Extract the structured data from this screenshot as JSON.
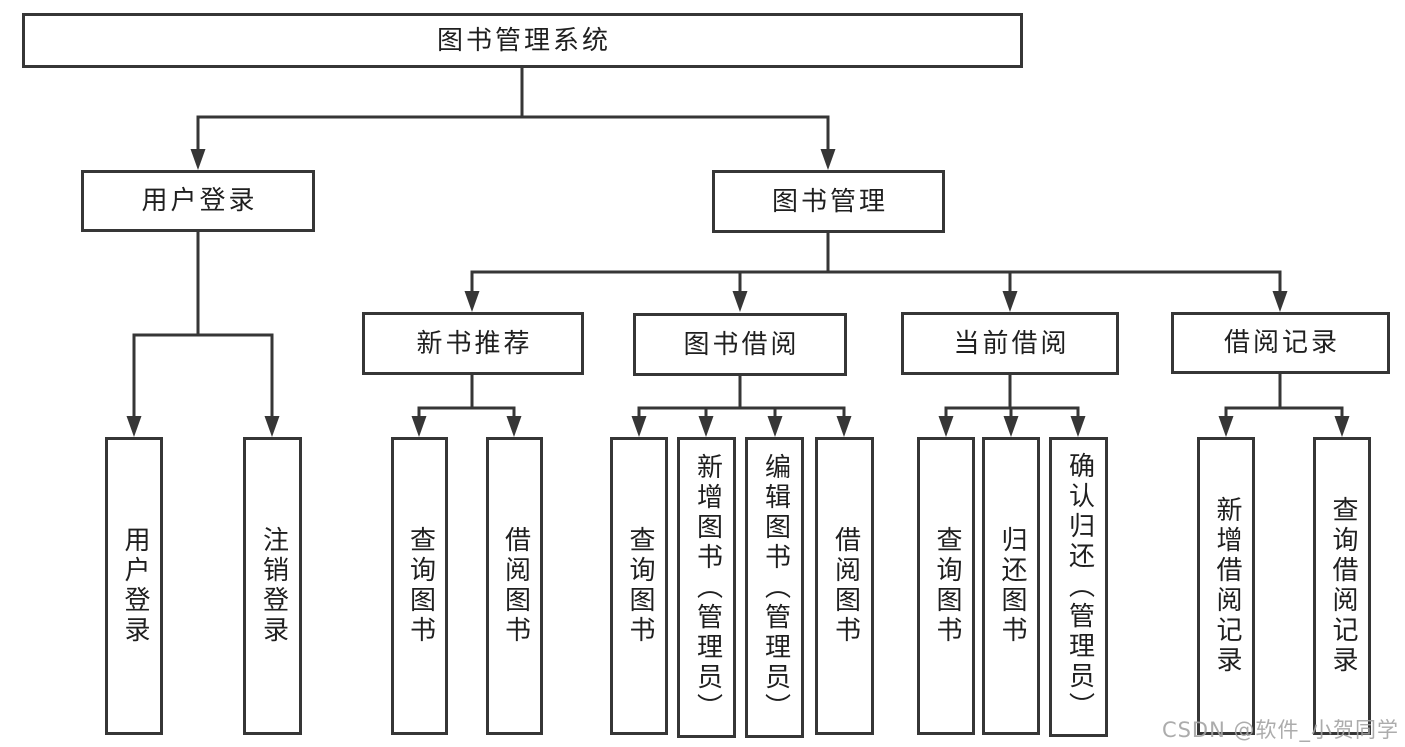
{
  "colors": {
    "line": "#363636",
    "box_border": "#363636",
    "box_background": "#ffffff",
    "text": "#1f1f1f",
    "watermark": "#a3a3a3"
  },
  "watermark": {
    "text": "CSDN @软件_小贺同学"
  },
  "tree": {
    "root": {
      "label": "图书管理系统"
    },
    "branches": [
      {
        "label": "用户登录",
        "children": [
          {
            "label": "用户登录"
          },
          {
            "label": "注销登录"
          }
        ]
      },
      {
        "label": "图书管理",
        "children": [
          {
            "label": "新书推荐",
            "children": [
              {
                "label": "查询图书"
              },
              {
                "label": "借阅图书"
              }
            ]
          },
          {
            "label": "图书借阅",
            "children": [
              {
                "label": "查询图书"
              },
              {
                "label": "新增图书（管理员）"
              },
              {
                "label": "编辑图书（管理员）"
              },
              {
                "label": "借阅图书"
              }
            ]
          },
          {
            "label": "当前借阅",
            "children": [
              {
                "label": "查询图书"
              },
              {
                "label": "归还图书"
              },
              {
                "label": "确认归还（管理员）"
              }
            ]
          },
          {
            "label": "借阅记录",
            "children": [
              {
                "label": "新增借阅记录"
              },
              {
                "label": "查询借阅记录"
              }
            ]
          }
        ]
      }
    ]
  }
}
